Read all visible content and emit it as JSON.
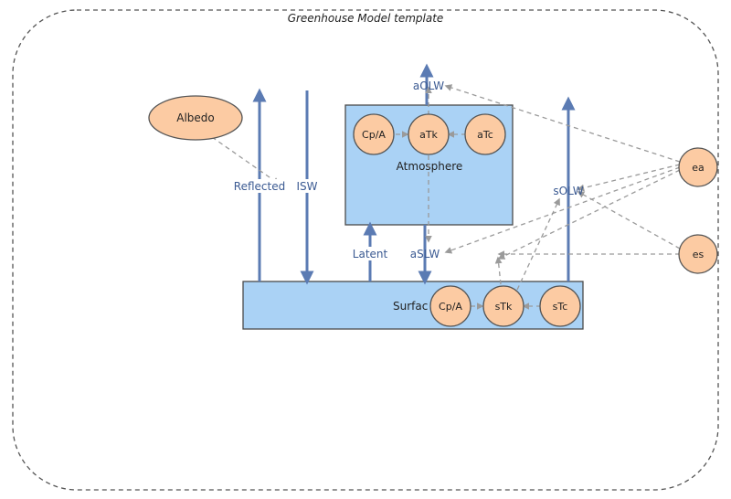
{
  "diagram": {
    "title": "Greenhouse Model template",
    "stocks": {
      "atmosphere": "Atmosphere",
      "surface": "Surfac"
    },
    "flows": {
      "reflected": "Reflected",
      "isw": "ISW",
      "latent": "Latent",
      "aolw": "aOLW",
      "aslw": "aSLW",
      "solw": "sOLW"
    },
    "nodes": {
      "albedo": "Albedo",
      "a_cpa": "Cp/A",
      "a_tk": "aTk",
      "a_tc": "aTc",
      "s_cpa": "Cp/A",
      "s_tk": "sTk",
      "s_tc": "sTc",
      "ea": "ea",
      "es": "es"
    },
    "colors": {
      "stock_fill": "#aad2f5",
      "stock_stroke": "#4a4a4a",
      "flow": "#5b7bb3",
      "node_fill": "#fccba3",
      "node_stroke": "#555555",
      "link": "#9a9a9a",
      "frame": "#555555"
    }
  }
}
